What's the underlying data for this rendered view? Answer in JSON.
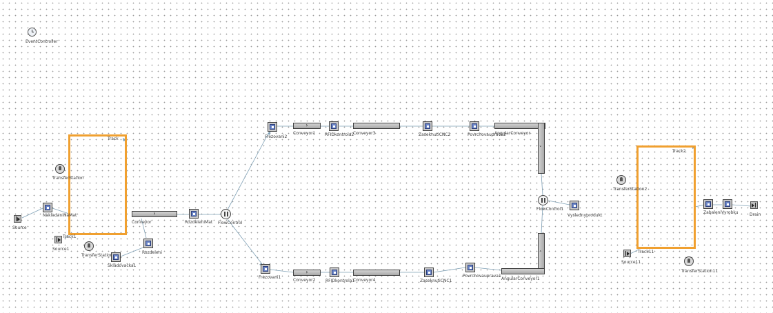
{
  "colors": {
    "track": "#f0a030",
    "connector": "#7fa0b5",
    "station_inner": "#6a85c8"
  },
  "event_controller": {
    "label": "EventController",
    "icon": "clock-icon"
  },
  "left_section": {
    "track_label": "Track",
    "track1_label": "Track1",
    "transfer_station_a": "TransferStation",
    "transfer_station_b": "TransferStation",
    "nakladac": "NakladaniNaMat",
    "source": "Source",
    "source1": "Source1",
    "skladovacka": "Skladovacka1",
    "rozdeleni": "Rozdeleni",
    "conveyor": "Conveyor",
    "rozdeleni_mat": "RozdeleniMat",
    "flow_control": "FlowControl"
  },
  "top_branch": {
    "frezovani": "Frezovani2",
    "conveyor1": "Conveyor1",
    "rfid": "RFIDkontrola2",
    "conveyor3": "Conveyor3",
    "zaseknuti": "ZaseknutiCNC2",
    "povrchova": "Povrchovauprava2",
    "angular": "AngularConveyor"
  },
  "bottom_branch": {
    "frezovani": "Frezovani1",
    "conveyor": "Conveyor2",
    "rfid": "RFIDkontrola1",
    "conveyor3": "Conveyor4",
    "zaseknuti": "ZaseknutiCNC1",
    "povrchova": "Povrchovauprava1",
    "angular": "AngularConveyor1"
  },
  "merge": {
    "flow_control": "FlowControl1",
    "vysledny": "Vyslednyprodukt"
  },
  "right_section": {
    "track2_label": "Track2",
    "track11_label": "Track11",
    "transfer_station2": "TransferStation2",
    "transfer_station11": "TransferStation11",
    "source11": "Source11",
    "baleni": "ZabaleniVyrobku",
    "drain": "Drain"
  }
}
